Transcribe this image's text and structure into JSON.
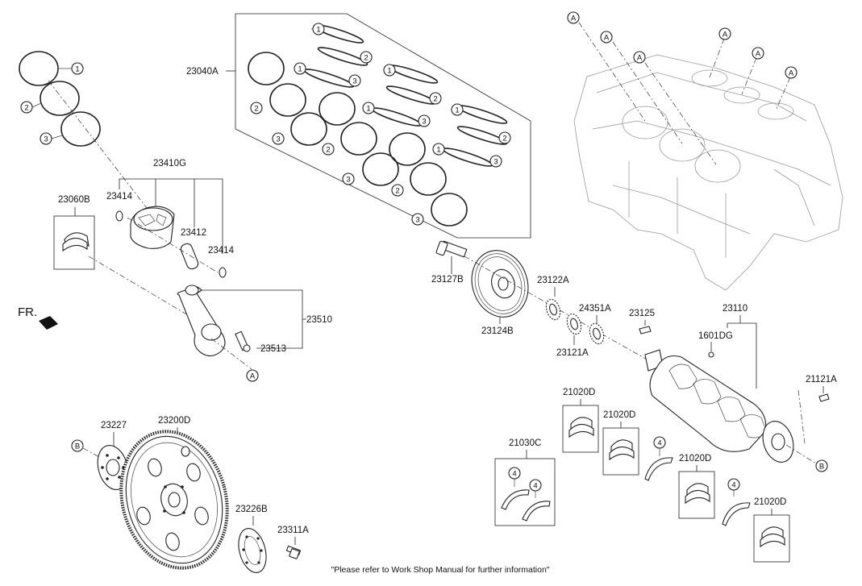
{
  "diagram": {
    "labels": {
      "ring_set_a": "23040A",
      "piston_assy": "23410G",
      "bearing_conrod": "23060B",
      "pin_clip_left": "23414",
      "piston_pin": "23412",
      "pin_clip_right": "23414",
      "conrod_assy": "23510",
      "conrod_bolt": "23513",
      "pulley_bolt": "23127B",
      "damper_pulley": "23124B",
      "sprocket_a": "23122A",
      "sprocket_b": "24351A",
      "sprocket_c": "23121A",
      "key": "23125",
      "crankshaft_assy": "23110",
      "pin_dg": "1601DG",
      "pin_a": "21121A",
      "plate_23227": "23227",
      "flywheel": "23200D",
      "adapter_plate": "23226B",
      "flywheel_bolt": "23311A",
      "thrust_washer_set": "21030C",
      "main_bearing_1": "21020D",
      "main_bearing_2": "21020D",
      "main_bearing_3": "21020D",
      "main_bearing_4": "21020D"
    },
    "callouts": {
      "one": "1",
      "two": "2",
      "three": "3",
      "four": "4",
      "a": "A",
      "b": "B"
    },
    "front_marker": "FR.",
    "footer_note": "\"Please refer to Work Shop Manual for further information\""
  }
}
